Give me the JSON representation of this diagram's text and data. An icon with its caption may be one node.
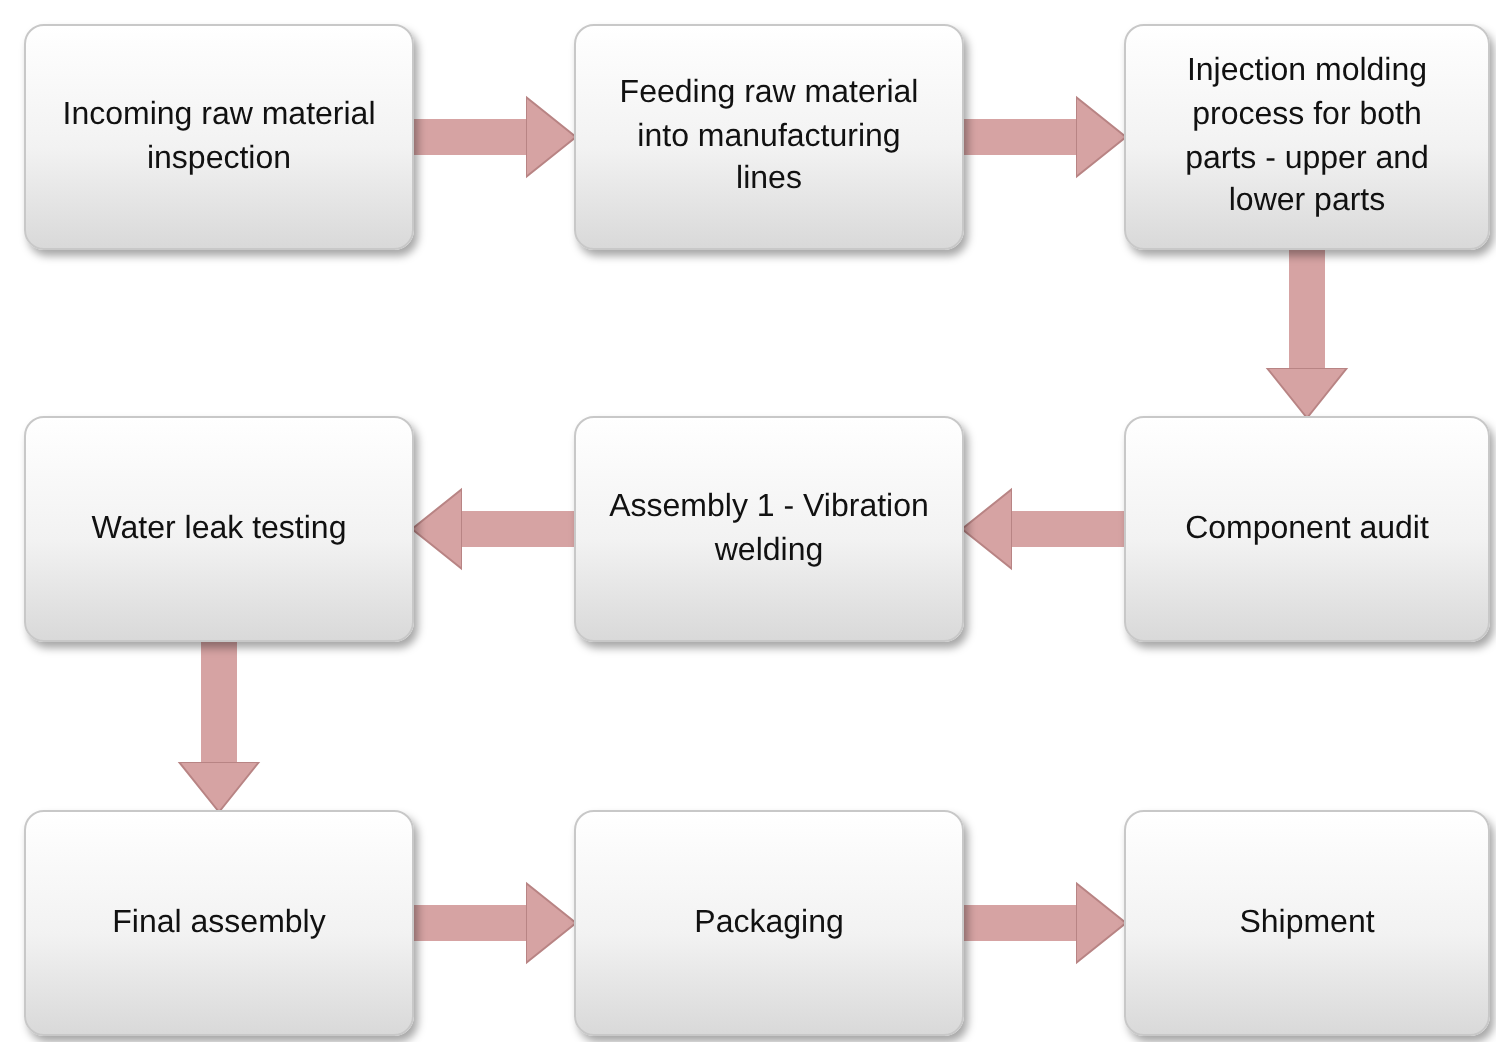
{
  "diagram": {
    "nodes": [
      {
        "text": [
          "Incoming raw material inspection"
        ]
      },
      {
        "text": [
          "Feeding raw material into manufacturing lines"
        ]
      },
      {
        "text": [
          "Injection molding process for both parts - upper and lower parts"
        ]
      },
      {
        "text": [
          "Component audit"
        ]
      },
      {
        "text": [
          "Assembly 1 - Vibration welding"
        ]
      },
      {
        "text": [
          "Water leak testing"
        ]
      },
      {
        "text": [
          "Final assembly"
        ]
      },
      {
        "text": [
          "Packaging"
        ]
      },
      {
        "text": [
          "Shipment"
        ]
      }
    ],
    "edges": [
      {
        "from": 0,
        "to": 1,
        "arrow": "to"
      },
      {
        "from": 1,
        "to": 2,
        "arrow": "to"
      },
      {
        "from": 2,
        "to": 3,
        "arrow": "to"
      },
      {
        "from": 3,
        "to": 4,
        "arrow": "to"
      },
      {
        "from": 4,
        "to": 5,
        "arrow": "to"
      },
      {
        "from": 5,
        "to": 6,
        "arrow": "to"
      },
      {
        "from": 6,
        "to": 7,
        "arrow": "to"
      },
      {
        "from": 7,
        "to": 8,
        "arrow": "to"
      }
    ]
  }
}
